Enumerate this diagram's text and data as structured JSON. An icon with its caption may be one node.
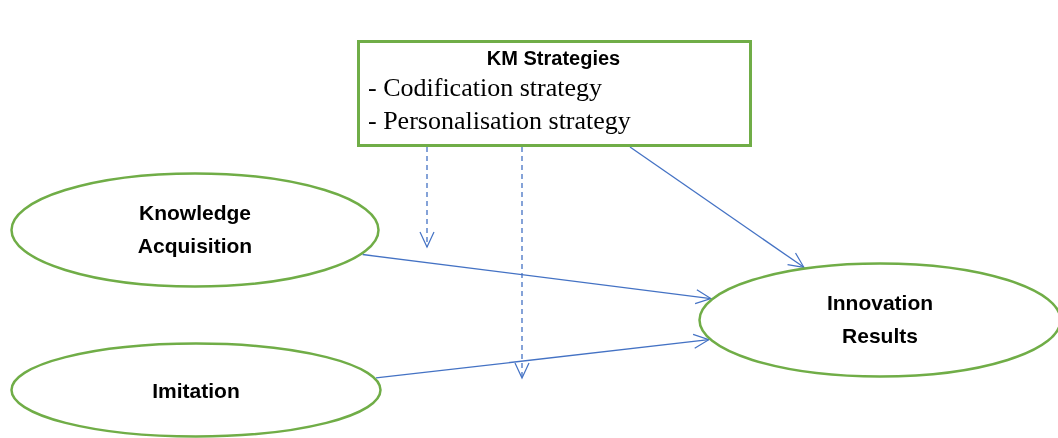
{
  "diagram": {
    "nodes": [
      {
        "text": [
          "KM Strategies",
          "- Codification strategy",
          "- Personalisation strategy"
        ]
      },
      {
        "text": [
          "Knowledge Acquisition"
        ]
      },
      {
        "text": [
          "Imitation"
        ]
      },
      {
        "text": [
          "Innovation Results"
        ]
      }
    ],
    "edges": [
      {
        "from": 0,
        "to": null,
        "arrow": "to",
        "style": "dashed"
      },
      {
        "from": 0,
        "to": null,
        "arrow": "to",
        "style": "dashed"
      },
      {
        "from": 0,
        "to": 3,
        "arrow": "to"
      },
      {
        "from": 1,
        "to": 3,
        "arrow": "to"
      },
      {
        "from": 2,
        "to": 3,
        "arrow": "to"
      }
    ]
  }
}
